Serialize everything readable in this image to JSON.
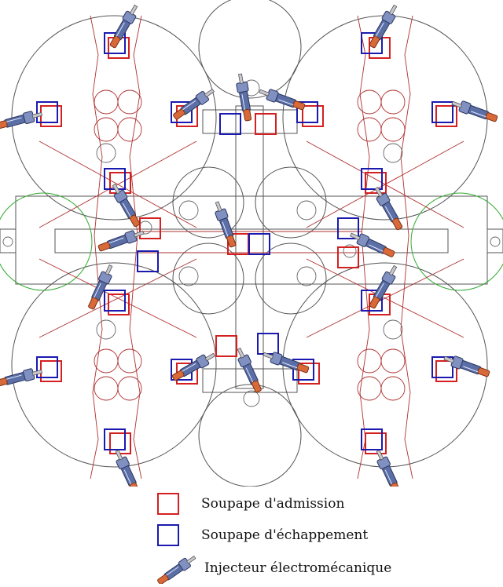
{
  "legend": {
    "intake_valve": {
      "label": "Soupape d'admission",
      "color": "#d42020"
    },
    "exhaust_valve": {
      "label": "Soupape d'échappement",
      "color": "#1a1ab0"
    },
    "injector": {
      "label": "Injecteur électromécanique",
      "icon": "injector-icon"
    }
  },
  "colors": {
    "outline": "#555555",
    "inner_structure": "#b03030",
    "green_circle": "#33aa33",
    "intake": "#d42020",
    "exhaust": "#1a1ab0"
  }
}
